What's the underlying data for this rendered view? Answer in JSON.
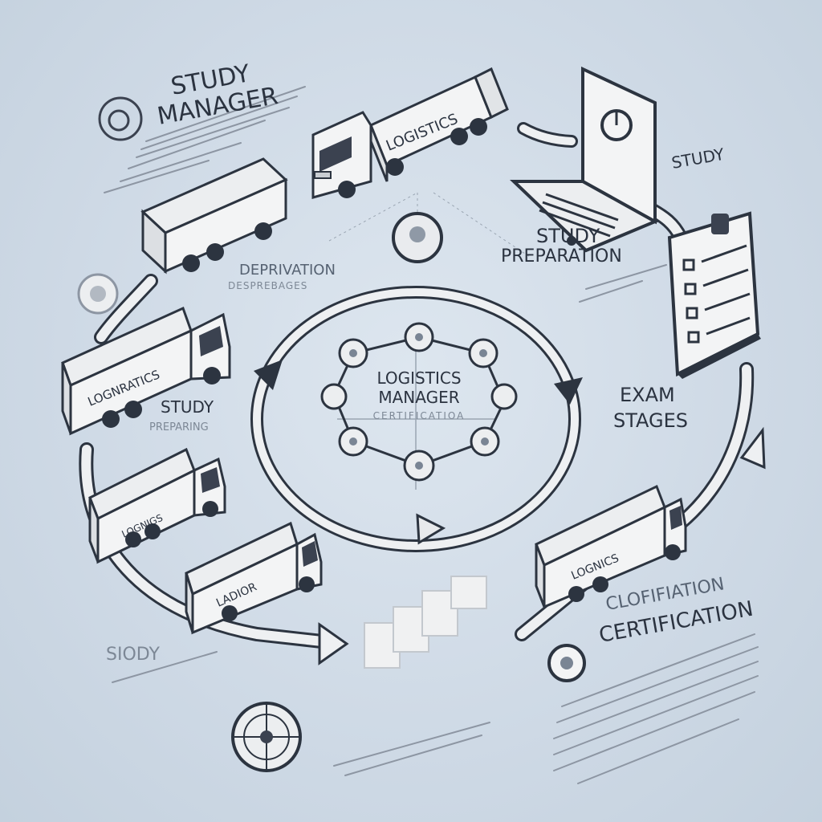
{
  "labels": {
    "study_manager_line1": "STUDY",
    "study_manager_line2": "MANAGER",
    "study_top_right": "STUDY",
    "study_preparation_line1": "STUDY",
    "study_preparation_line2": "PREPARATION",
    "exam_stages_line1": "EXAM",
    "exam_stages_line2": "STAGES",
    "deprivation": "DEPRIVATION",
    "deprivation_sub": "DESPREBAGES",
    "study_left": "STUDY",
    "study_left_sub": "PREPARING",
    "clofification": "CLOFIFIATION",
    "certification": "CERTIFICATION",
    "study_bottom_left": "SIODY",
    "center_line1": "LOGISTICS",
    "center_line2": "MANAGER",
    "center_line3": "CERTIFICATIOA"
  },
  "trucks": {
    "top": "LOGISTICS",
    "left": "LOGNRATICS",
    "lower_left": "LOGNIGS",
    "bottom": "LADIOR",
    "right": "LOGNICS"
  },
  "icons": [
    "laptop-icon",
    "clipboard-checklist-icon",
    "badge-icon",
    "compass-icon",
    "blocks-icon",
    "gear-icon"
  ],
  "colors": {
    "background": "#cfdae6",
    "object_fill": "#f3f4f5",
    "object_edge": "#2c3440",
    "accent_dark": "#3b4250"
  }
}
